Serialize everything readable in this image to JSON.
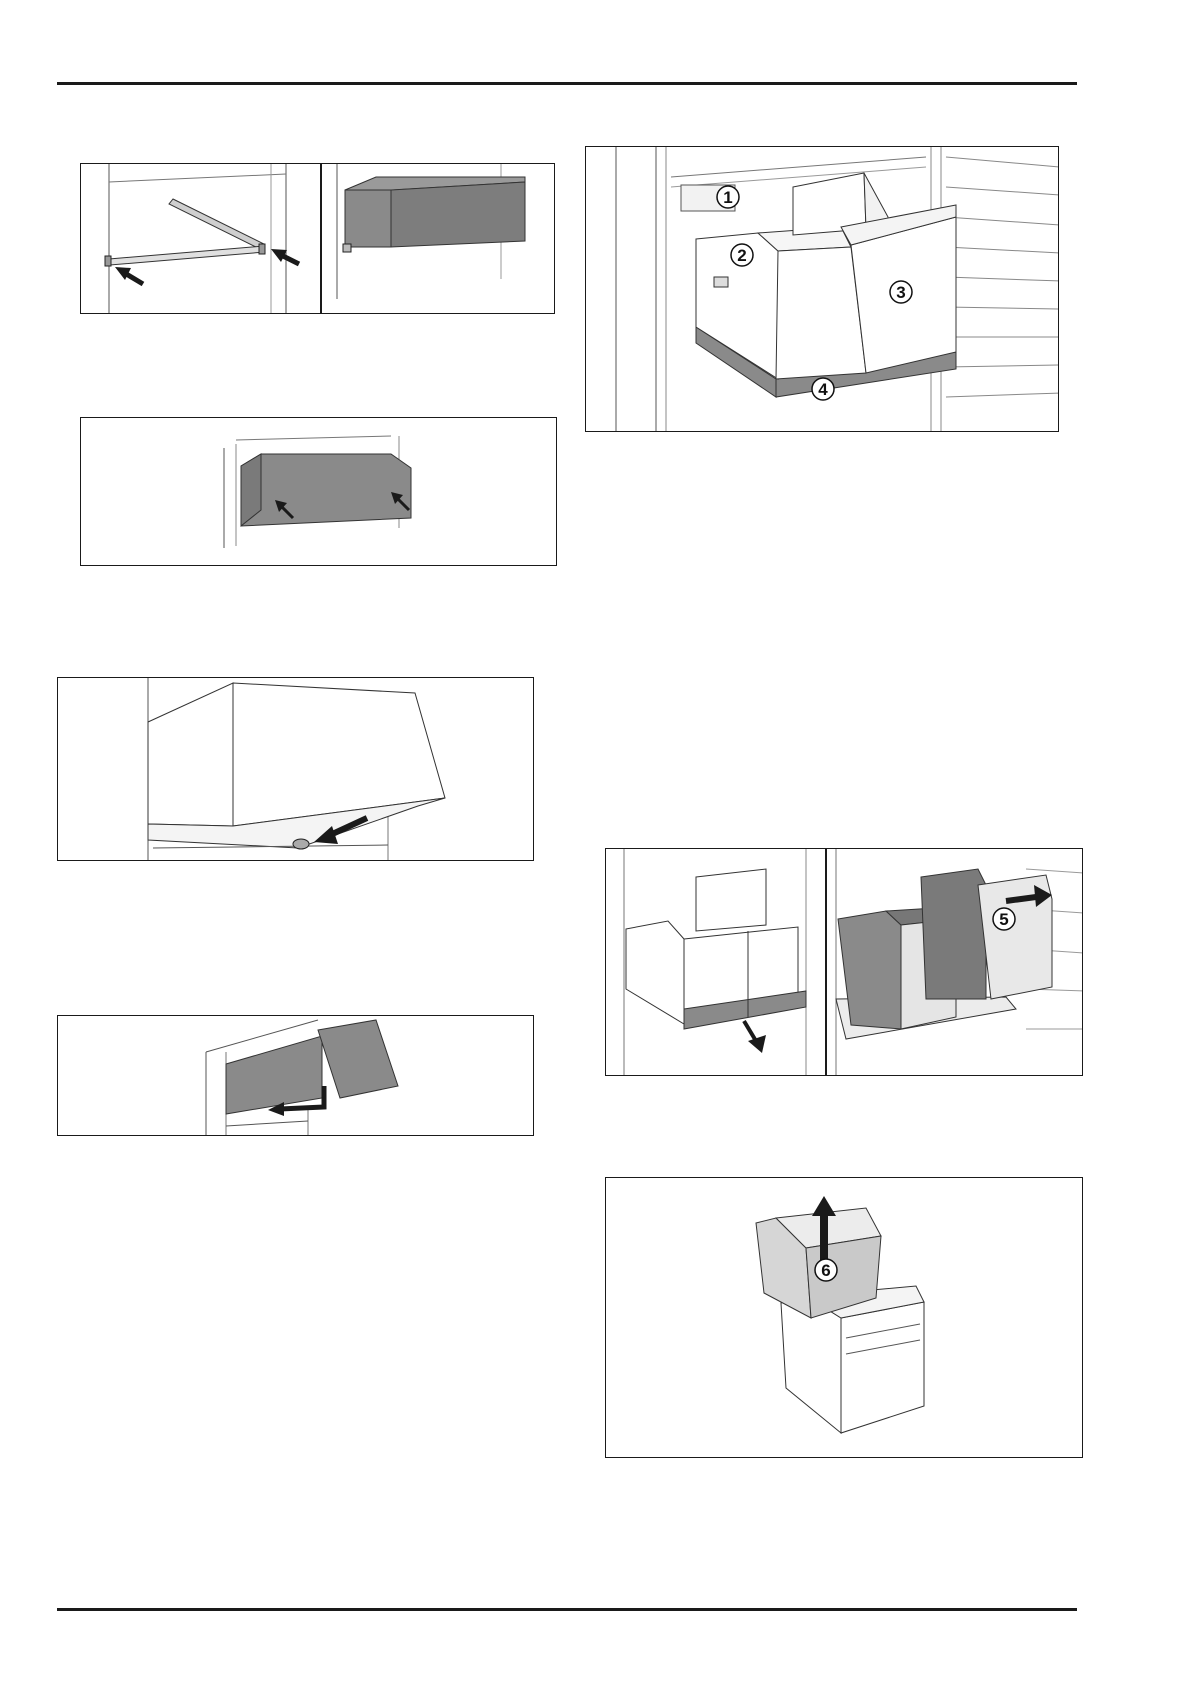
{
  "figures": {
    "rails": {
      "label": "",
      "callouts": []
    },
    "drawer_pushed": {
      "label": "",
      "callouts": []
    },
    "drawer_tilt": {
      "label": "",
      "callouts": []
    },
    "drawer_remove": {
      "label": "",
      "callouts": []
    },
    "bins_overview": {
      "callouts": [
        "1",
        "2",
        "3",
        "4"
      ]
    },
    "bins_pull_out": {
      "callouts": [
        "5"
      ]
    },
    "bin_lift": {
      "callouts": [
        "6"
      ]
    }
  },
  "colors": {
    "line": "#1a1a1a",
    "drawer_grey": "#8c8c8c",
    "drawer_dark": "#6e6e6e",
    "bin_light": "#e8e8e8",
    "bin_mid": "#bdbdbd",
    "arrow": "#1a1a1a"
  },
  "icons": [
    "arrow-icon"
  ]
}
